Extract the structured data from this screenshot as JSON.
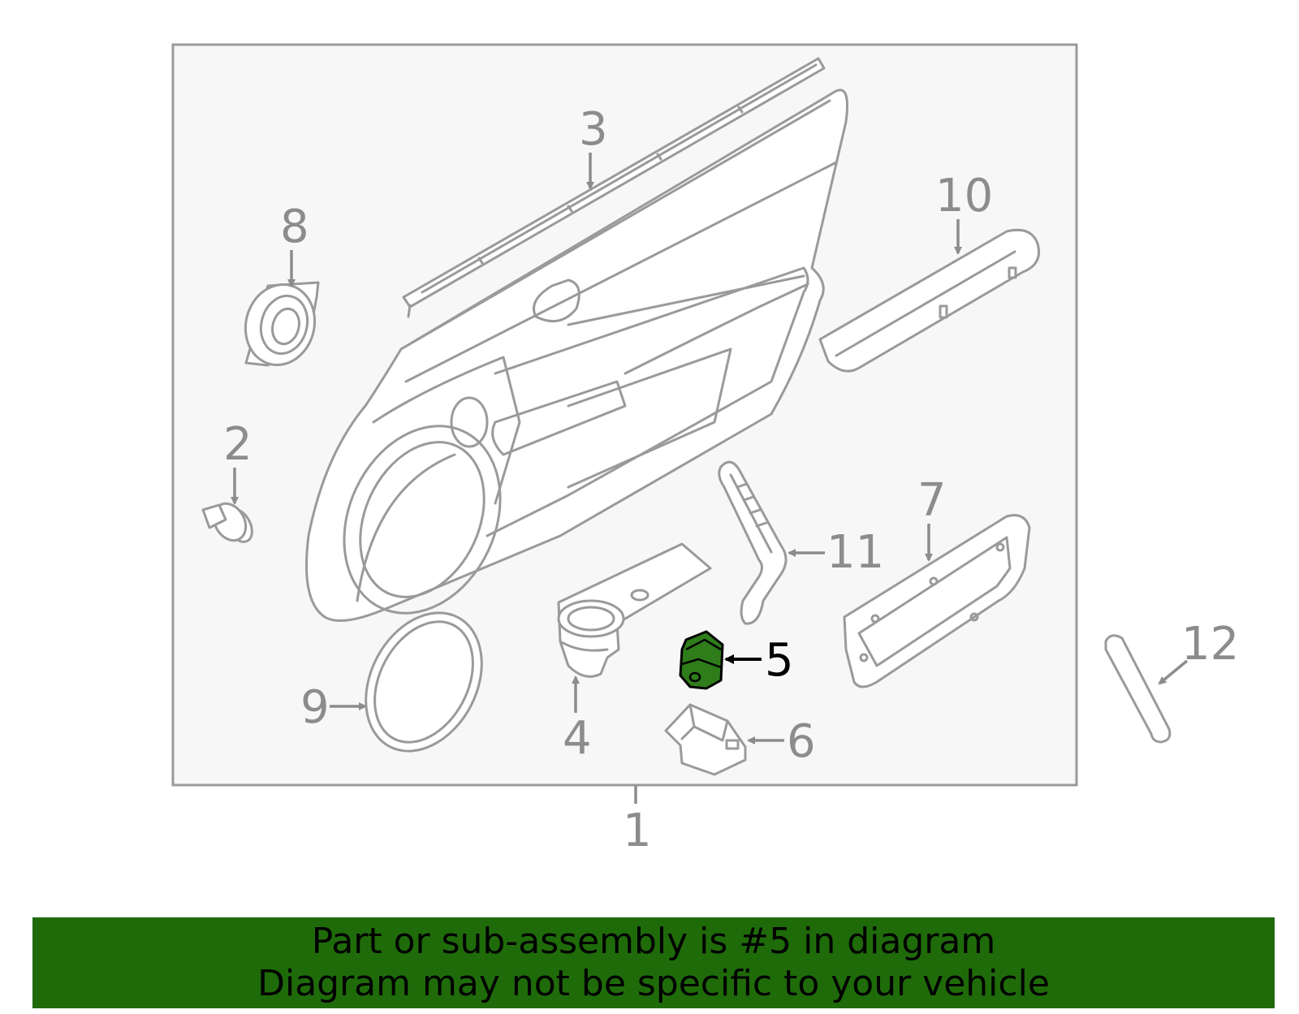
{
  "diagram": {
    "background": "#f7f7f7",
    "line_color": "#9a9a9a",
    "highlight_color": "#2e7d1a",
    "callouts": [
      {
        "id": "1",
        "label": "1"
      },
      {
        "id": "2",
        "label": "2"
      },
      {
        "id": "3",
        "label": "3"
      },
      {
        "id": "4",
        "label": "4"
      },
      {
        "id": "5",
        "label": "5",
        "highlighted": true
      },
      {
        "id": "6",
        "label": "6"
      },
      {
        "id": "7",
        "label": "7"
      },
      {
        "id": "8",
        "label": "8"
      },
      {
        "id": "9",
        "label": "9"
      },
      {
        "id": "10",
        "label": "10"
      },
      {
        "id": "11",
        "label": "11"
      },
      {
        "id": "12",
        "label": "12"
      }
    ]
  },
  "banner": {
    "color": "#1f6b0a",
    "line1": "Part or sub-assembly is #5 in diagram",
    "line2": "Diagram may not be specific to your vehicle"
  }
}
